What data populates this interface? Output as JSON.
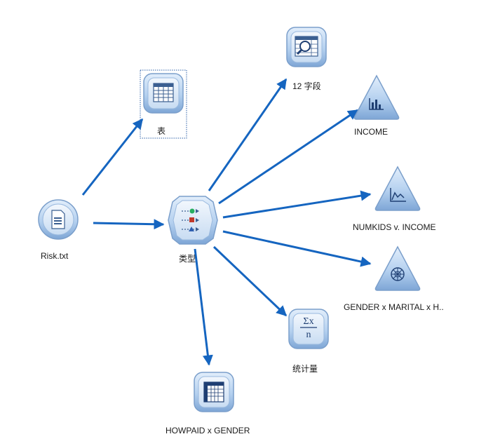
{
  "stream": {
    "nodes": {
      "source": {
        "label": "Risk.txt",
        "icon": "variable-file-source-icon"
      },
      "table": {
        "label": "表",
        "icon": "table-icon"
      },
      "type": {
        "label": "类型",
        "icon": "type-node-icon"
      },
      "data_audit": {
        "label": "12 字段",
        "icon": "data-audit-icon"
      },
      "histogram": {
        "label": "INCOME",
        "icon": "histogram-icon"
      },
      "plot": {
        "label": "NUMKIDS v. INCOME",
        "icon": "plot-icon"
      },
      "web": {
        "label": "GENDER x MARITAL x H..",
        "icon": "web-graph-icon"
      },
      "statistics": {
        "label": "统计量",
        "icon": "statistics-icon"
      },
      "matrix": {
        "label": "HOWPAID x GENDER",
        "icon": "matrix-icon"
      }
    },
    "colors": {
      "link": "#1565c0",
      "node_fill": "#a9c8ea",
      "node_dark": "#5f8ec6",
      "selection": "#2b5fa8"
    }
  }
}
